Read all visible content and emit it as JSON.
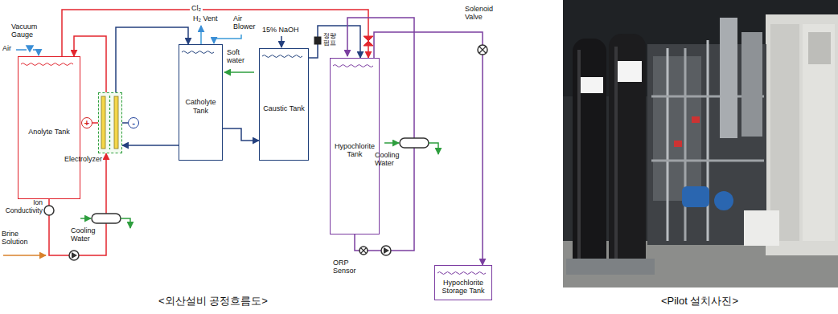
{
  "diagram": {
    "nodes": [
      {
        "text": [
          "Anolyte Tank"
        ]
      },
      {
        "text": [
          "+"
        ]
      },
      {
        "text": [
          "Electrolyzer"
        ]
      },
      {
        "text": [
          "-"
        ]
      },
      {
        "text": [
          "Catholyte Tank"
        ]
      },
      {
        "text": [
          "Caustic Tank"
        ]
      },
      {
        "text": [
          "Hypochlorite Tank"
        ]
      },
      {
        "text": [
          "Hypochlorite Storage Tank"
        ]
      }
    ],
    "edges": [
      {
        "from": 0,
        "to": 2,
        "arrow": "to"
      },
      {
        "from": 2,
        "to": 0,
        "arrow": "to"
      },
      {
        "from": 0,
        "to": 6,
        "label": "Cl₂",
        "arrow": "to"
      },
      {
        "from": 2,
        "to": 4,
        "arrow": "to"
      },
      {
        "from": 4,
        "to": 2,
        "arrow": "to"
      },
      {
        "from": 1,
        "to": 2,
        "arrow": "none"
      },
      {
        "from": 3,
        "to": 2,
        "arrow": "none"
      },
      {
        "from": 4,
        "to": 5,
        "arrow": "to"
      },
      {
        "from": 5,
        "to": 6,
        "arrow": "to"
      },
      {
        "from": 6,
        "to": 7,
        "arrow": "to"
      }
    ],
    "labels": [
      "H₂ Vent",
      "Air Blower",
      "Soft water",
      "15% NaOH",
      "정량 펌프",
      "Solenoid Valve",
      "Vacuum Gauge",
      "Air",
      "Cooling Water",
      "Ion Conductivity",
      "Brine Solution",
      "Cooling Water",
      "ORP Sensor",
      "<외산설비 공정흐름도>",
      "<Pilot 설치사진>"
    ]
  }
}
